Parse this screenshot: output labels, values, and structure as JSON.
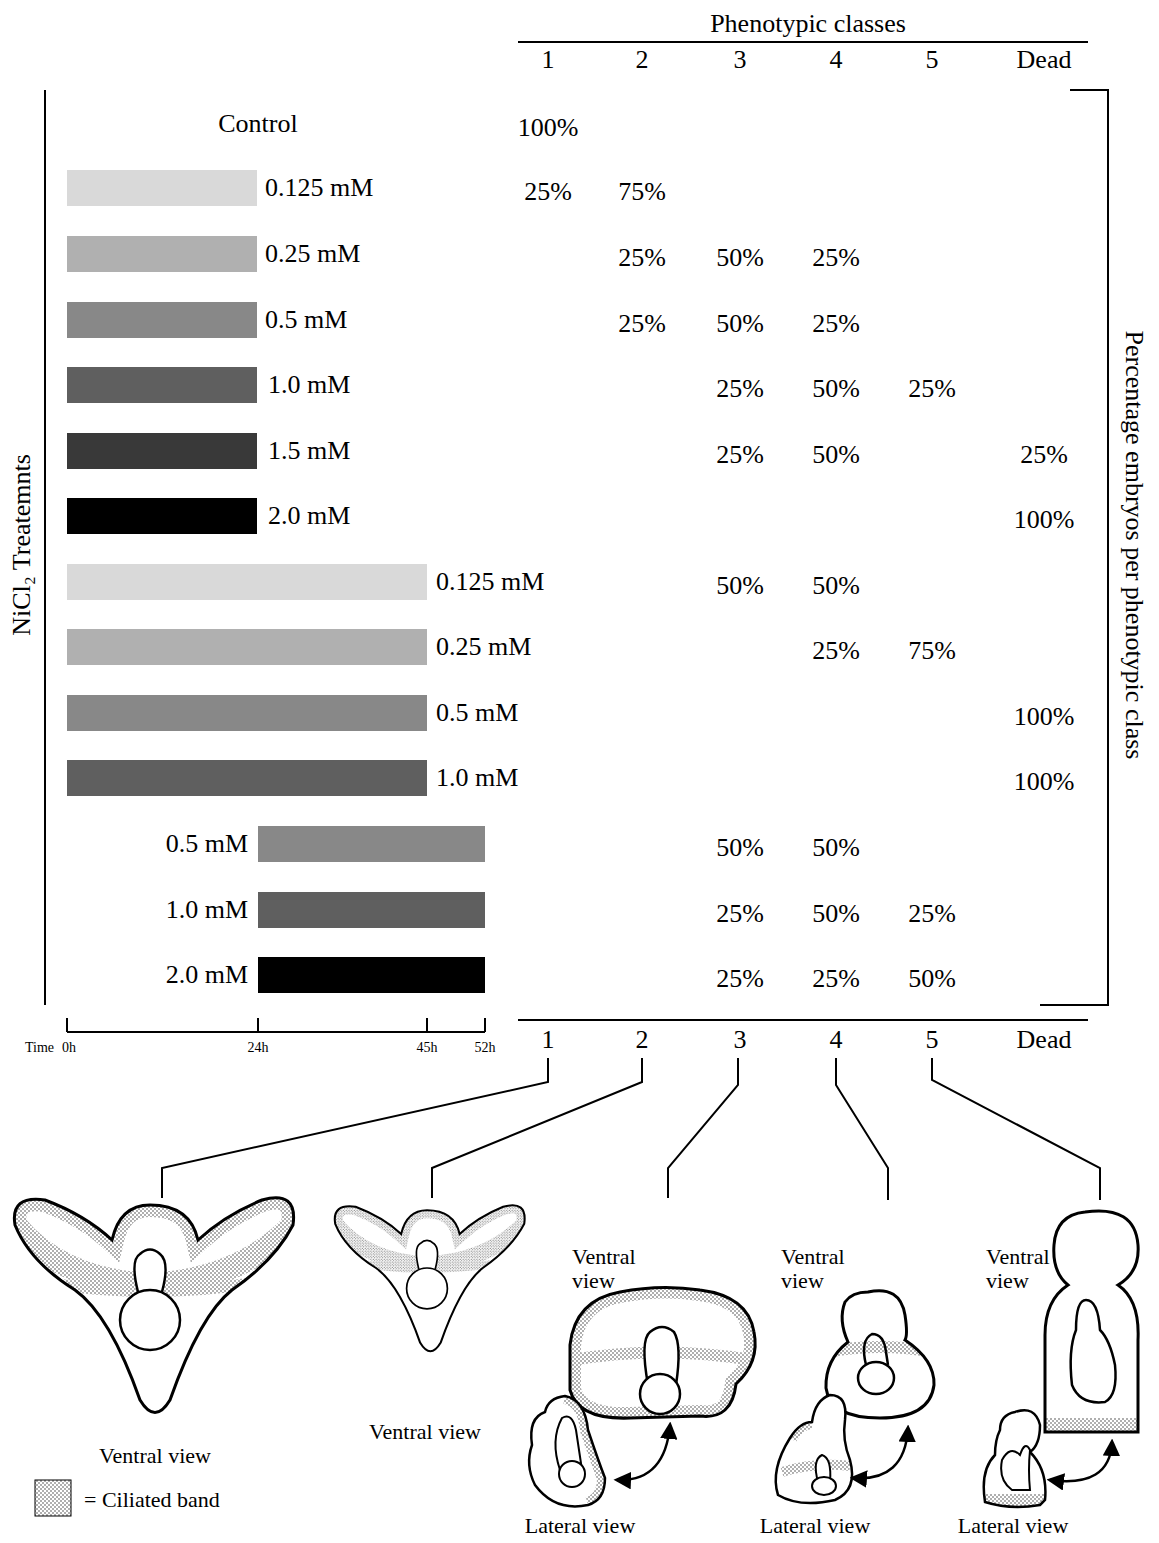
{
  "diagram": {
    "labels": [
      "Phenotypic classes",
      "1",
      "2",
      "3",
      "4",
      "5",
      "Dead",
      "NiCl₂ Treatemnts",
      "Percentage embryos per phenotypic class",
      "Control",
      "100%",
      "0.125 mM",
      "25%",
      "75%",
      "0.25 mM",
      "25%",
      "50%",
      "25%",
      "0.5 mM",
      "25%",
      "50%",
      "25%",
      "1.0 mM",
      "25%",
      "50%",
      "25%",
      "1.5 mM",
      "25%",
      "50%",
      "25%",
      "2.0 mM",
      "100%",
      "0.125 mM",
      "50%",
      "50%",
      "0.25 mM",
      "25%",
      "75%",
      "0.5 mM",
      "100%",
      "1.0 mM",
      "100%",
      "0.5 mM",
      "50%",
      "50%",
      "1.0 mM",
      "25%",
      "50%",
      "25%",
      "2.0 mM",
      "25%",
      "25%",
      "50%",
      "Time",
      "0h",
      "24h",
      "45h",
      "52h",
      "1",
      "2",
      "3",
      "4",
      "5",
      "Dead",
      "Ventral view",
      "Ventral view",
      "Ventral view",
      "Lateral view",
      "Ventral view",
      "Lateral view",
      "Ventral view",
      "Lateral view"
    ],
    "legend": [
      {
        "text": "= Ciliated band"
      }
    ]
  }
}
